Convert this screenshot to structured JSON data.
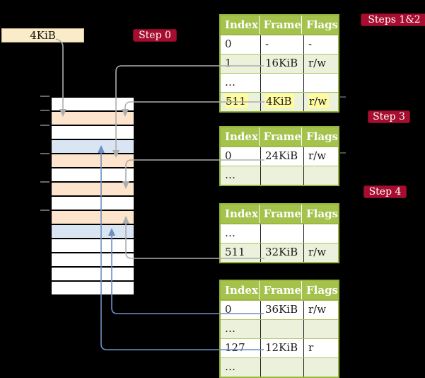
{
  "frame_box": {
    "label": "4KiB"
  },
  "steps": {
    "step0": "Step 0",
    "steps12": "Steps 1&2",
    "step3": "Step 3",
    "step4": "Step 4"
  },
  "tables": [
    {
      "id": "table-steps-1-2",
      "headers": [
        "Index",
        "Frame",
        "Flags"
      ],
      "rows": [
        {
          "cells": [
            "0",
            "-",
            "-"
          ],
          "shaded": false,
          "highlight": false
        },
        {
          "cells": [
            "1",
            "16KiB",
            "r/w"
          ],
          "shaded": true,
          "highlight": false
        },
        {
          "cells": [
            "…",
            "",
            ""
          ],
          "shaded": false,
          "highlight": false
        },
        {
          "cells": [
            "511",
            "4KiB",
            "r/w"
          ],
          "shaded": true,
          "highlight": true
        }
      ]
    },
    {
      "id": "table-step-3",
      "headers": [
        "Index",
        "Frame",
        "Flags"
      ],
      "rows": [
        {
          "cells": [
            "0",
            "24KiB",
            "r/w"
          ],
          "shaded": false,
          "highlight": false
        },
        {
          "cells": [
            "…",
            "",
            ""
          ],
          "shaded": true,
          "highlight": false
        }
      ]
    },
    {
      "id": "table-step-4",
      "headers": [
        "Index",
        "Frame",
        "Flags"
      ],
      "rows": [
        {
          "cells": [
            "…",
            "",
            ""
          ],
          "shaded": false,
          "highlight": false
        },
        {
          "cells": [
            "511",
            "32KiB",
            "r/w"
          ],
          "shaded": true,
          "highlight": false
        }
      ]
    },
    {
      "id": "table-leaf",
      "headers": [
        "Index",
        "Frame",
        "Flags"
      ],
      "rows": [
        {
          "cells": [
            "0",
            "36KiB",
            "r/w"
          ],
          "shaded": false,
          "highlight": false
        },
        {
          "cells": [
            "…",
            "",
            ""
          ],
          "shaded": true,
          "highlight": false
        },
        {
          "cells": [
            "127",
            "12KiB",
            "r"
          ],
          "shaded": false,
          "highlight": false
        },
        {
          "cells": [
            "…",
            "",
            ""
          ],
          "shaded": true,
          "highlight": false
        }
      ]
    }
  ],
  "memory": {
    "row_colors": [
      "white",
      "orange",
      "white",
      "blue",
      "orange",
      "white",
      "orange",
      "white",
      "orange",
      "blue",
      "white",
      "white",
      "white",
      "white"
    ]
  },
  "colors": {
    "background": "#000000",
    "table_header_green": "#a4c24c",
    "table_border_green": "#96b43c",
    "table_row_green": "#ebf1da",
    "highlight_yellow": "#fffba1",
    "badge_red": "#a60d2e",
    "frame_box_cream": "#faecc9",
    "gray_arrow": "#adadad",
    "blue_arrow": "#6e8fbf",
    "memory_row_fills": {
      "white": "#ffffff",
      "orange": "#fce4cd",
      "blue": "#d9e5f3"
    }
  }
}
